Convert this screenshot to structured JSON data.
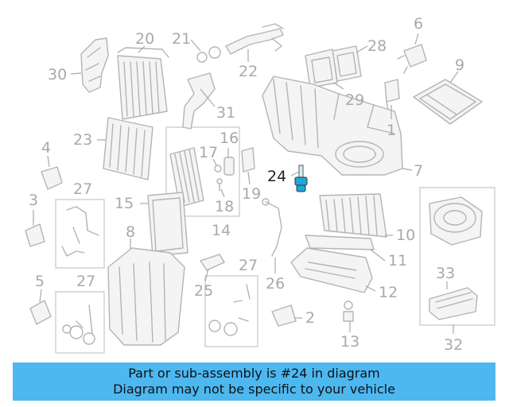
{
  "diagram": {
    "highlight_color": "#1ea7d8",
    "callouts": {
      "n1": "1",
      "n2": "2",
      "n3": "3",
      "n4": "4",
      "n5": "5",
      "n6": "6",
      "n7": "7",
      "n8": "8",
      "n9": "9",
      "n10": "10",
      "n11": "11",
      "n12": "12",
      "n13": "13",
      "n14": "14",
      "n15": "15",
      "n16": "16",
      "n17": "17",
      "n18": "18",
      "n19": "19",
      "n20": "20",
      "n21": "21",
      "n22": "22",
      "n23": "23",
      "n24": "24",
      "n25": "25",
      "n26": "26",
      "n27a": "27",
      "n27b": "27",
      "n27c": "27",
      "n28": "28",
      "n29": "29",
      "n30": "30",
      "n31": "31",
      "n32": "32",
      "n33": "33"
    }
  },
  "banner": {
    "background": "#4db8f0",
    "line1": "Part or sub-assembly is #24 in diagram",
    "line2": "Diagram may not be specific to your vehicle"
  }
}
